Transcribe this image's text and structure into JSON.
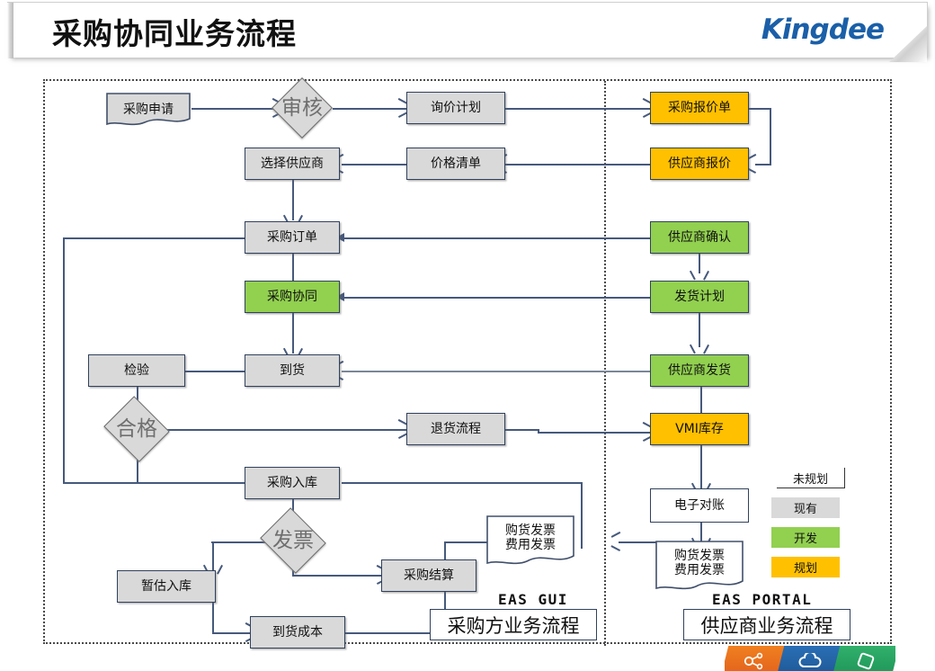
{
  "header": {
    "title": "采购协同业务流程",
    "brand": "Kingdee"
  },
  "diagram": {
    "nodes": {
      "purchase_request": "采购申请",
      "review": "审核",
      "inquiry_plan": "询价计划",
      "purchase_quotation": "采购报价单",
      "supplier_quotation": "供应商报价",
      "select_supplier": "选择供应商",
      "price_list": "价格清单",
      "purchase_order": "采购订单",
      "supplier_confirm": "供应商确认",
      "purchase_collab": "采购协同",
      "delivery_plan": "发货计划",
      "inspection": "检验",
      "arrival": "到货",
      "supplier_ship": "供应商发货",
      "qualified": "合格",
      "return_process": "退货流程",
      "vmi_stock": "VMI库存",
      "purchase_inbound": "采购入库",
      "e_reconcile": "电子对账",
      "invoice": "发票",
      "invoice_doc_line1": "购货发票",
      "invoice_doc_line2": "费用发票",
      "supplier_invoice_line1": "购货发票",
      "supplier_invoice_line2": "费用发票",
      "provisional_inbound": "暂估入库",
      "purchase_settlement": "采购结算",
      "arrival_cost": "到货成本"
    },
    "legend": {
      "unplanned": "未规划",
      "existing": "现有",
      "development": "开发",
      "planned": "规划",
      "colors": {
        "unplanned": "#ffffff",
        "existing": "#d9d9d9",
        "development": "#92d050",
        "planned": "#ffc000"
      }
    },
    "footer": {
      "left_system": "EAS  GUI",
      "left_title": "采购方业务流程",
      "right_system": "EAS  PORTAL",
      "right_title": "供应商业务流程"
    }
  }
}
